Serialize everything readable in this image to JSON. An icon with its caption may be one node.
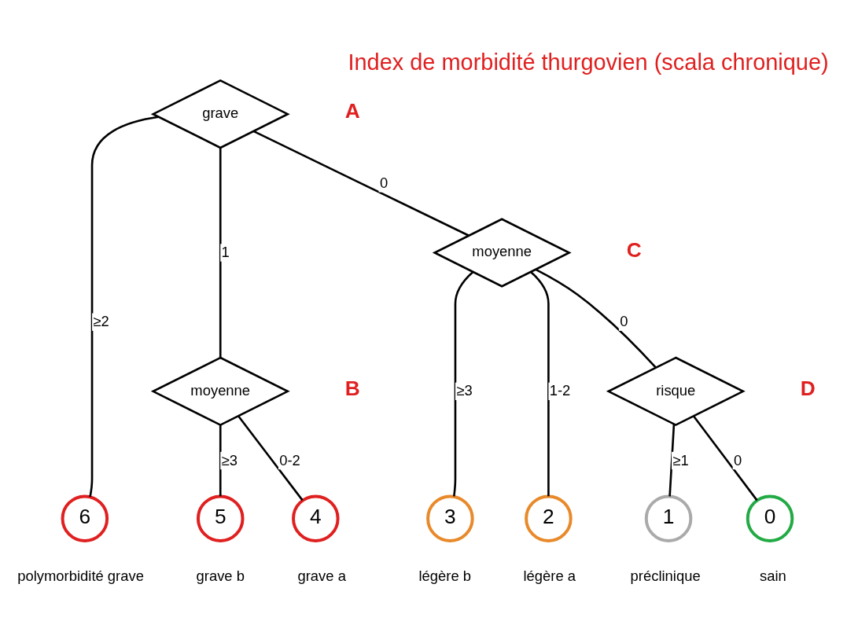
{
  "diagram": {
    "title": "Index de morbidité thurgovien (scala chronique)",
    "nodes": [
      {
        "text": [
          "grave"
        ],
        "beside": [
          "A"
        ]
      },
      {
        "text": [
          "moyenne"
        ],
        "beside": [
          "B"
        ]
      },
      {
        "text": [
          "moyenne"
        ],
        "beside": [
          "C"
        ]
      },
      {
        "text": [
          "risque"
        ],
        "beside": [
          "D"
        ]
      },
      {
        "text": [
          "6"
        ],
        "beside": [
          "polymorbidité grave"
        ]
      },
      {
        "text": [
          "5"
        ],
        "beside": [
          "grave b"
        ]
      },
      {
        "text": [
          "4"
        ],
        "beside": [
          "grave a"
        ]
      },
      {
        "text": [
          "3"
        ],
        "beside": [
          "légère b"
        ]
      },
      {
        "text": [
          "2"
        ],
        "beside": [
          "légère a"
        ]
      },
      {
        "text": [
          "1"
        ],
        "beside": [
          "préclinique"
        ]
      },
      {
        "text": [
          "0"
        ],
        "beside": [
          "sain"
        ]
      }
    ],
    "edges": [
      {
        "from": 0,
        "to": 4,
        "arrow": "none",
        "label": "≥2"
      },
      {
        "from": 0,
        "to": 1,
        "arrow": "none",
        "label": "1"
      },
      {
        "from": 0,
        "to": 2,
        "arrow": "none",
        "label": "0"
      },
      {
        "from": 1,
        "to": 5,
        "arrow": "none",
        "label": "≥3"
      },
      {
        "from": 1,
        "to": 6,
        "arrow": "none",
        "label": "0-2"
      },
      {
        "from": 2,
        "to": 7,
        "arrow": "none",
        "label": "≥3"
      },
      {
        "from": 2,
        "to": 8,
        "arrow": "none",
        "label": "1-2"
      },
      {
        "from": 2,
        "to": 3,
        "arrow": "none",
        "label": "0"
      },
      {
        "from": 3,
        "to": 9,
        "arrow": "none",
        "label": "≥1"
      },
      {
        "from": 3,
        "to": 10,
        "arrow": "none",
        "label": "0"
      }
    ]
  }
}
